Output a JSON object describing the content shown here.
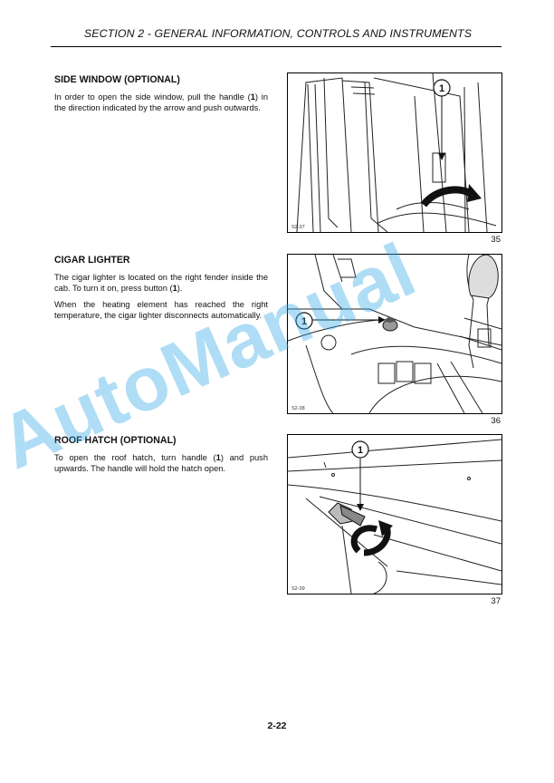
{
  "header": {
    "title": "SECTION 2 - GENERAL INFORMATION, CONTROLS AND INSTRUMENTS"
  },
  "sections": [
    {
      "heading": "SIDE WINDOW (OPTIONAL)",
      "paragraphs": [
        "In order to open the side window, pull the handle (1) in the direction indicated by the arrow and push outwards."
      ],
      "figure": {
        "callout": "1",
        "ref": "S2-37",
        "number": "35"
      }
    },
    {
      "heading": "CIGAR LIGHTER",
      "paragraphs": [
        "The cigar lighter is located on the right fender inside the cab. To turn it on, press button (1).",
        "When the heating element has reached the right temperature, the cigar lighter disconnects automatically."
      ],
      "figure": {
        "callout": "1",
        "ref": "S2-38",
        "number": "36"
      }
    },
    {
      "heading": "ROOF HATCH (OPTIONAL)",
      "paragraphs": [
        "To open the roof hatch, turn handle (1) and push upwards. The handle will hold the hatch open."
      ],
      "figure": {
        "callout": "1",
        "ref": "S2-39",
        "number": "37"
      }
    }
  ],
  "footer": {
    "page": "2-22"
  },
  "watermark": {
    "text": "AutoManual",
    "color": "#2fa8e6"
  }
}
